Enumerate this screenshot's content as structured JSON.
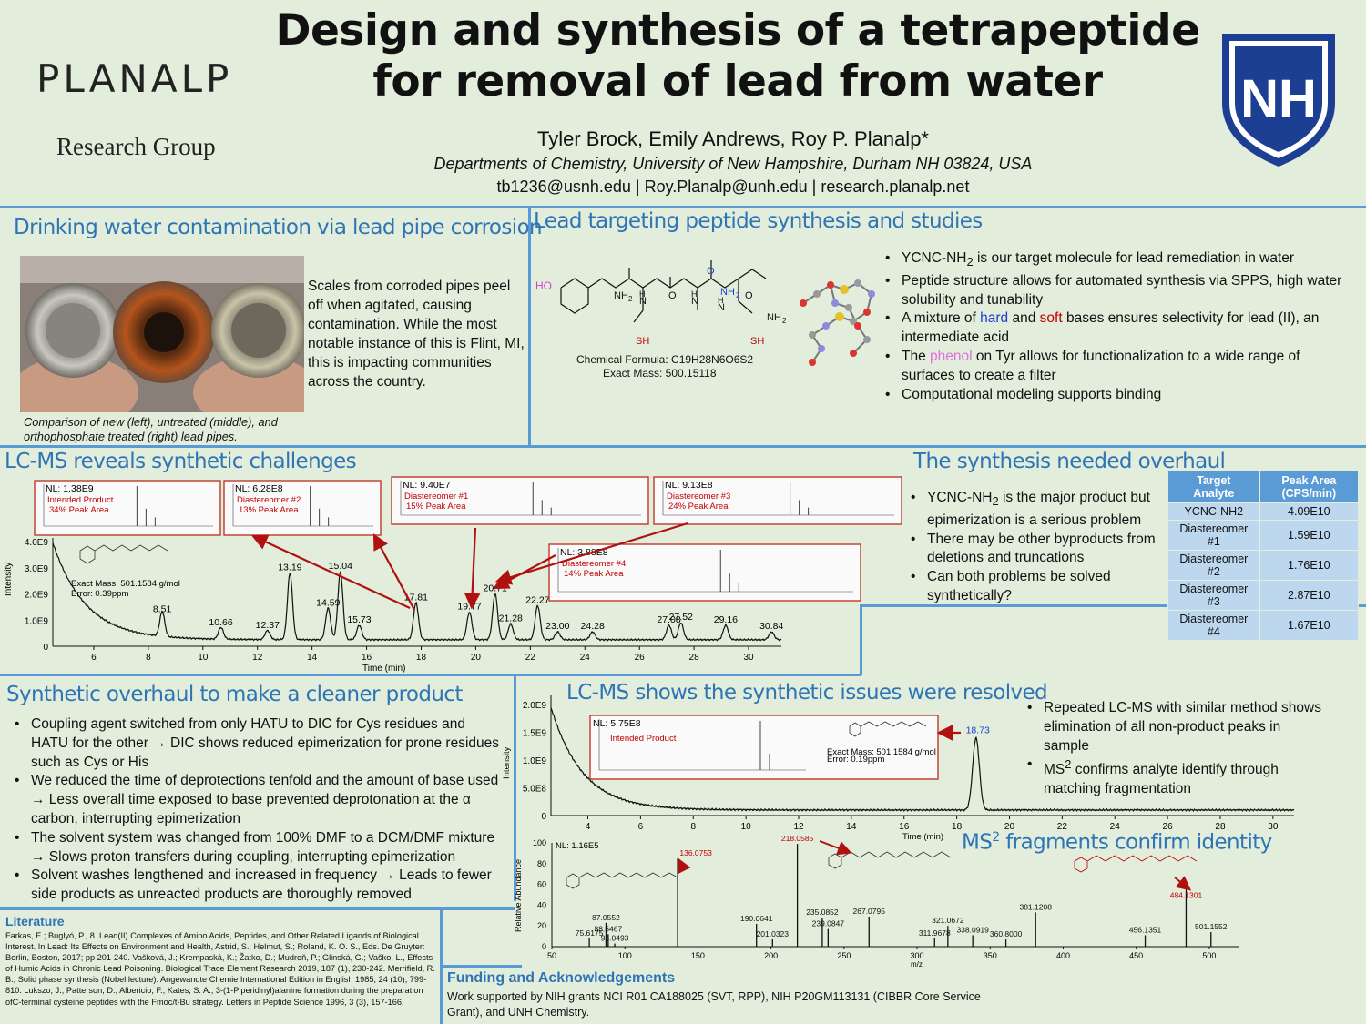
{
  "header": {
    "title_line1": "Design and synthesis of a tetrapeptide",
    "title_line2": "for removal of lead from water",
    "authors": "Tyler Brock, Emily Andrews, Roy P. Planalp*",
    "department": "Departments of Chemistry, University of New Hampshire, Durham NH 03824, USA",
    "emails": "tb1236@usnh.edu | Roy.Planalp@unh.edu | research.planalp.net",
    "logo_word": "PLANALP",
    "logo_sub": "Research Group",
    "shield_text": "NH"
  },
  "drinking": {
    "title": "Drinking water contamination via lead pipe corrosion",
    "body": "Scales from corroded pipes peel off when agitated, causing contamination. While the most notable instance of this is Flint, MI, this is impacting communities across the country.",
    "caption": "Comparison of new (left), untreated (middle), and orthophosphate treated (right) lead pipes."
  },
  "peptide": {
    "title": "Lead targeting peptide synthesis and studies",
    "formula_label": "Chemical Formula: C19H28N6O6S2",
    "mass_label": "Exact Mass: 500.15118",
    "bullets": [
      "YCNC-NH2 is our target molecule for lead remediation in water",
      "Peptide structure allows for automated synthesis via SPPS, high water solubility and tunability",
      "A mixture of hard and soft bases ensures selectivity for lead (II), an intermediate acid",
      "The phenol on Tyr allows for functionalization to a wide range of surfaces to create a filter",
      "Computational modeling supports binding"
    ]
  },
  "lcms1": {
    "title": "LC-MS reveals synthetic challenges",
    "insets": [
      {
        "nl": "NL: 1.38E9",
        "name": "Intended Product",
        "pct": "34% Peak Area"
      },
      {
        "nl": "NL: 6.28E8",
        "name": "Diastereomer #2",
        "pct": "13% Peak Area"
      },
      {
        "nl": "NL: 9.40E7",
        "name": "Diastereomer #1",
        "pct": "15% Peak Area"
      },
      {
        "nl": "NL: 9.13E8",
        "name": "Diastereomer #3",
        "pct": "24% Peak Area"
      },
      {
        "nl": "NL: 3.88E8",
        "name": "Diastereomer #4",
        "pct": "14% Peak Area"
      }
    ],
    "mass_note": "Exact Mass: 501.1584 g/mol",
    "error_note": "Error: 0.39ppm",
    "ylabel": "Intensity",
    "xlabel": "Time (min)"
  },
  "overhaul": {
    "title": "The synthesis needed overhaul",
    "bullets": [
      "YCNC-NH2 is the major product but epimerization is a serious problem",
      "There may be other byproducts from deletions and truncations",
      "Can both problems be solved synthetically?"
    ],
    "table_headers": [
      "Target Analyte",
      "Peak Area (CPS/min)"
    ],
    "table_rows": [
      [
        "YCNC-NH2",
        "4.09E10"
      ],
      [
        "Diastereomer #1",
        "1.59E10"
      ],
      [
        "Diastereomer #2",
        "1.76E10"
      ],
      [
        "Diastereomer #3",
        "2.87E10"
      ],
      [
        "Diastereomer #4",
        "1.67E10"
      ]
    ]
  },
  "synthetic": {
    "title": "Synthetic overhaul to make a cleaner product",
    "bullets": [
      "Coupling agent switched from only HATU to DIC for Cys residues and HATU for the other → DIC shows reduced epimerization for prone residues such as Cys or His",
      "We reduced the time of deprotections tenfold and the amount of base used → Less overall time exposed to base prevented deprotonation at the α carbon, interrupting epimerization",
      "The solvent system was changed from 100% DMF to a DCM/DMF mixture → Slows proton transfers during coupling, interrupting epimerization",
      "Solvent washes lengthened and increased in frequency → Leads to fewer side products as unreacted products are thoroughly removed"
    ]
  },
  "lcms2": {
    "title": "LC-MS shows the synthetic issues were resolved",
    "inset_nl": "NL: 5.75E8",
    "inset_name": "Intended Product",
    "mass_note": "Exact Mass: 501.1584 g/mol",
    "error_note": "Error: 0.19ppm",
    "peak_label": "18.73",
    "ylabel": "Intensity",
    "xlabel": "Time (min)",
    "bullets": [
      "Repeated LC-MS with similar method shows elimination of all non-product peaks in sample",
      "MS2 confirms analyte identify through matching fragmentation"
    ]
  },
  "ms2": {
    "title": "MS2 fragments confirm identity",
    "nl": "NL: 1.16E5",
    "ylabel": "Relative Abundance",
    "xlabel": "m/z"
  },
  "literature": {
    "title": "Literature",
    "text": "Farkas, E.; Buglyó, P., 8. Lead(II) Complexes of Amino Acids, Peptides, and Other Related Ligands of Biological Interest. In Lead: Its Effects on Environment and Health, Astrid, S.; Helmut, S.; Roland, K. O. S., Eds. De Gruyter: Berlin, Boston, 2017; pp 201-240. Vašková, J.; Krempaská, K.; Žatko, D.; Mudroň, P.; Glinská, G.; Vaško, L., Effects of Humic Acids in Chronic Lead Poisoning. Biological Trace Element Research 2019, 187 (1), 230-242. Merrifield, R. B., Solid phase synthesis (Nobel lecture). Angewandte Chemie International Edition in English 1985, 24 (10), 799-810. Lukszo, J.; Patterson, D.; Albericio, F.; Kates, S. A., 3-(1-Piperidinyl)alanine formation during the preparation ofC-terminal cysteine peptides with the Fmoc/t-Bu strategy. Letters in Peptide Science 1996, 3 (3), 157-166."
  },
  "funding": {
    "title": "Funding and Acknowledgements",
    "text": "Work supported by NIH grants NCI R01 CA188025 (SVT, RPP), NIH P20GM113131 (CIBBR Core Service Grant), and UNH Chemistry."
  },
  "chart_data": [
    {
      "type": "line",
      "name": "LC-MS chromatogram (crude)",
      "xlabel": "Time (min)",
      "ylabel": "Intensity",
      "xlim": [
        4.5,
        31.2
      ],
      "ylim": [
        0,
        4000000000.0
      ],
      "x_ticks": [
        6,
        8,
        10,
        12,
        14,
        16,
        18,
        20,
        22,
        24,
        26,
        28,
        30
      ],
      "y_tick_labels": [
        "0",
        "1.0E9",
        "2.0E9",
        "3.0E9",
        "4.0E9"
      ],
      "peaks": [
        {
          "t": 8.51,
          "h": 950000000.0
        },
        {
          "t": 10.66,
          "h": 450000000.0
        },
        {
          "t": 12.37,
          "h": 350000000.0
        },
        {
          "t": 13.19,
          "h": 2550000000.0
        },
        {
          "t": 14.59,
          "h": 1200000000.0
        },
        {
          "t": 15.04,
          "h": 2600000000.0
        },
        {
          "t": 15.73,
          "h": 550000000.0
        },
        {
          "t": 17.81,
          "h": 1400000000.0
        },
        {
          "t": 19.77,
          "h": 1050000000.0
        },
        {
          "t": 20.71,
          "h": 1750000000.0
        },
        {
          "t": 21.28,
          "h": 600000000.0
        },
        {
          "t": 22.27,
          "h": 1300000000.0
        },
        {
          "t": 23.0,
          "h": 300000000.0
        },
        {
          "t": 24.28,
          "h": 300000000.0
        },
        {
          "t": 27.08,
          "h": 550000000.0
        },
        {
          "t": 27.52,
          "h": 650000000.0
        },
        {
          "t": 29.16,
          "h": 550000000.0
        },
        {
          "t": 30.84,
          "h": 300000000.0
        }
      ]
    },
    {
      "type": "line",
      "name": "LC-MS chromatogram (optimized)",
      "xlabel": "Time (min)",
      "ylabel": "Intensity",
      "xlim": [
        2.6,
        30.8
      ],
      "ylim": [
        0,
        2100000000.0
      ],
      "x_ticks": [
        4,
        6,
        8,
        10,
        12,
        14,
        16,
        18,
        20,
        22,
        24,
        26,
        28,
        30
      ],
      "y_tick_labels": [
        "0",
        "5.0E8",
        "1.0E9",
        "1.5E9",
        "2.0E9"
      ],
      "peaks": [
        {
          "t": 18.73,
          "h": 1300000000.0
        }
      ]
    },
    {
      "type": "bar",
      "name": "MS2 spectrum",
      "xlabel": "m/z",
      "ylabel": "Relative Abundance",
      "xlim": [
        50,
        520
      ],
      "ylim": [
        0,
        100
      ],
      "x_ticks": [
        50,
        100,
        150,
        200,
        250,
        300,
        350,
        400,
        450,
        500
      ],
      "y_ticks": [
        0,
        20,
        40,
        60,
        80,
        100
      ],
      "peaks": [
        {
          "mz": 75.6175,
          "ab": 8
        },
        {
          "mz": 87.0552,
          "ab": 23
        },
        {
          "mz": 88.5467,
          "ab": 12
        },
        {
          "mz": 93.0493,
          "ab": 3
        },
        {
          "mz": 136.0753,
          "ab": 85
        },
        {
          "mz": 190.0641,
          "ab": 22
        },
        {
          "mz": 201.0323,
          "ab": 7
        },
        {
          "mz": 218.0585,
          "ab": 99
        },
        {
          "mz": 235.0852,
          "ab": 28
        },
        {
          "mz": 239.0847,
          "ab": 17
        },
        {
          "mz": 267.0795,
          "ab": 29
        },
        {
          "mz": 311.9678,
          "ab": 8
        },
        {
          "mz": 321.0672,
          "ab": 20
        },
        {
          "mz": 338.0919,
          "ab": 11
        },
        {
          "mz": 360.8,
          "ab": 7
        },
        {
          "mz": 381.1208,
          "ab": 33
        },
        {
          "mz": 456.1351,
          "ab": 11
        },
        {
          "mz": 484.1301,
          "ab": 60
        },
        {
          "mz": 501.1552,
          "ab": 14
        }
      ]
    }
  ],
  "colors": {
    "accent": "#2e75b6",
    "divider": "#5b9bd5",
    "background": "#e2eddb",
    "red": "#c00000",
    "phenol": "#e070e0",
    "shield": "#1c3f94"
  }
}
